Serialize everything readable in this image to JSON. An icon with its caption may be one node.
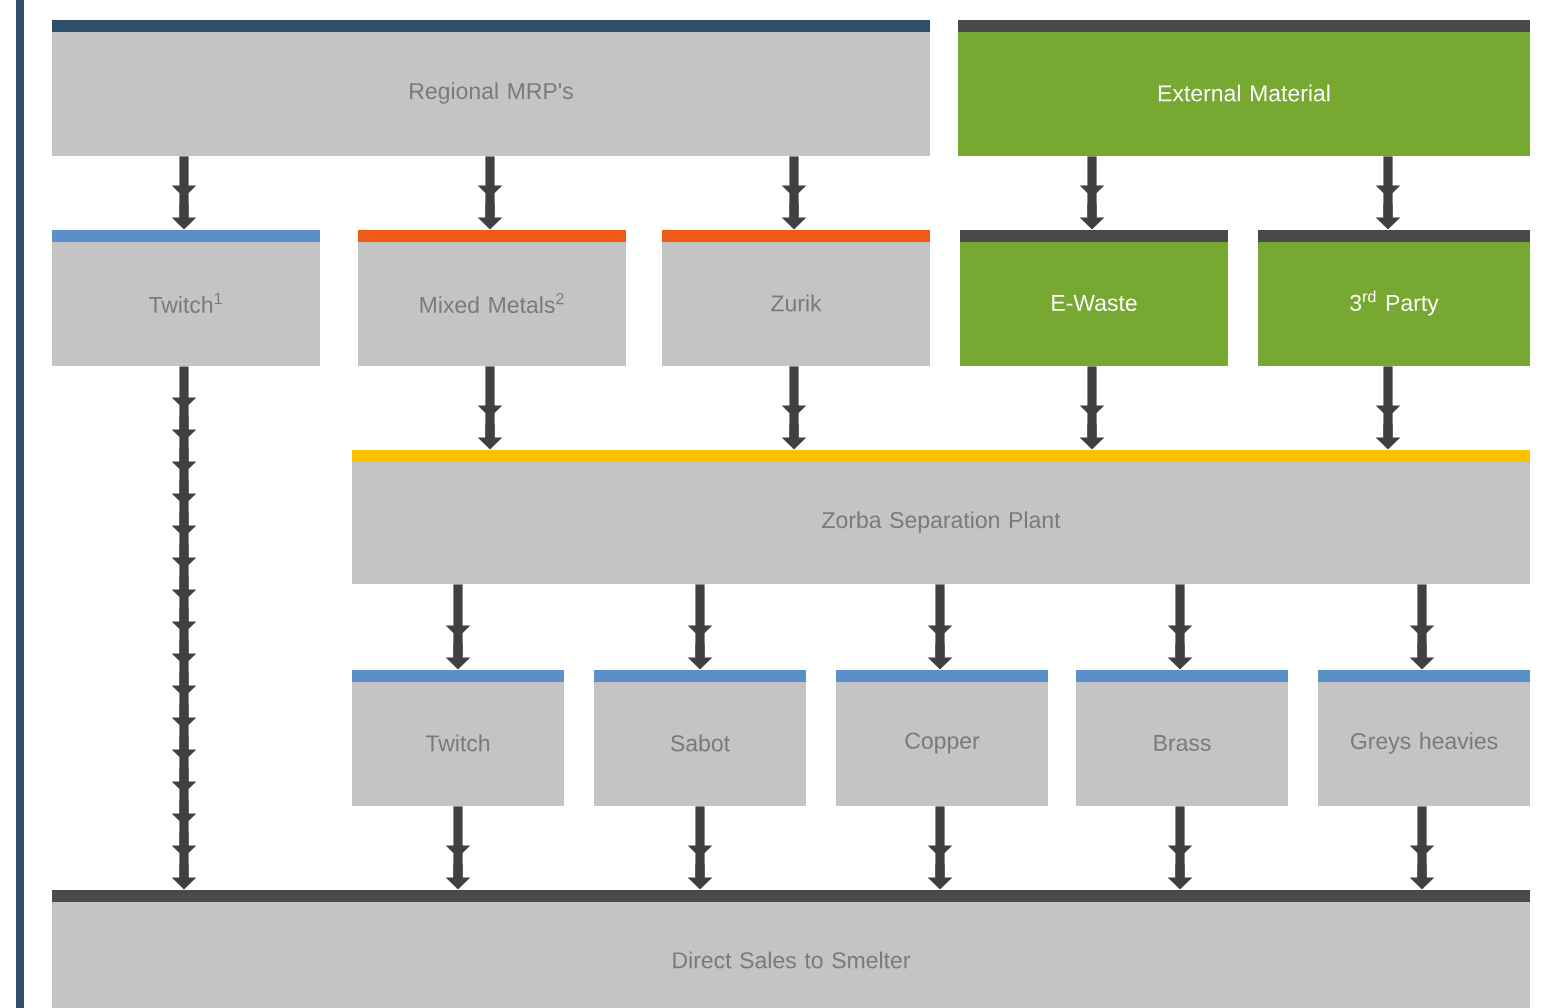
{
  "diagram": {
    "nodes": [
      {
        "text": [
          "Regional MRP's"
        ]
      },
      {
        "text": [
          "External Material"
        ]
      },
      {
        "text": [
          "Twitch$^{1}$"
        ]
      },
      {
        "text": [
          "Mixed Metals$^{2}$"
        ]
      },
      {
        "text": [
          "Zurik"
        ]
      },
      {
        "text": [
          "E-Waste"
        ]
      },
      {
        "text": [
          "3$^{rd}$ Party"
        ]
      },
      {
        "text": [
          "Zorba Separation Plant"
        ]
      },
      {
        "text": [
          "Twitch"
        ]
      },
      {
        "text": [
          "Sabot"
        ]
      },
      {
        "text": [
          "Copper"
        ]
      },
      {
        "text": [
          "Brass"
        ]
      },
      {
        "text": [
          "Greys heavies"
        ]
      },
      {
        "text": [
          "Direct Sales to Smelter"
        ]
      }
    ],
    "edges": [
      {
        "from": 0,
        "to": 2,
        "arrow": "to"
      },
      {
        "from": 0,
        "to": 3,
        "arrow": "to"
      },
      {
        "from": 0,
        "to": 4,
        "arrow": "to"
      },
      {
        "from": 1,
        "to": 5,
        "arrow": "to"
      },
      {
        "from": 1,
        "to": 6,
        "arrow": "to"
      },
      {
        "from": 2,
        "to": 13,
        "arrow": "to"
      },
      {
        "from": 3,
        "to": 7,
        "arrow": "to"
      },
      {
        "from": 4,
        "to": 7,
        "arrow": "to"
      },
      {
        "from": 5,
        "to": 7,
        "arrow": "to"
      },
      {
        "from": 6,
        "to": 7,
        "arrow": "to"
      },
      {
        "from": 7,
        "to": 8,
        "arrow": "to"
      },
      {
        "from": 7,
        "to": 9,
        "arrow": "to"
      },
      {
        "from": 7,
        "to": 10,
        "arrow": "to"
      },
      {
        "from": 7,
        "to": 11,
        "arrow": "to"
      },
      {
        "from": 7,
        "to": 12,
        "arrow": "to"
      },
      {
        "from": 8,
        "to": 13,
        "arrow": "to"
      },
      {
        "from": 9,
        "to": 13,
        "arrow": "to"
      },
      {
        "from": 10,
        "to": 13,
        "arrow": "to"
      },
      {
        "from": 11,
        "to": 13,
        "arrow": "to"
      },
      {
        "from": 12,
        "to": 13,
        "arrow": "to"
      }
    ]
  }
}
